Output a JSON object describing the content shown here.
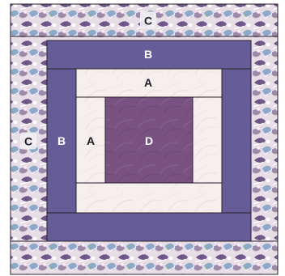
{
  "colors": {
    "outer_border_base": "#e7dde7",
    "print_dark": "#6f5887",
    "print_blue": "#8ea8c8",
    "print_mid": "#9d8aaa",
    "strip_b": "#665d98",
    "strip_a_background": "#f7eeee",
    "center_d": "#7a5282",
    "outline": "#2a1f2d"
  },
  "labels": {
    "outer_top": "C",
    "outer_left": "C",
    "middle_top": "B",
    "middle_left": "B",
    "inner_top": "A",
    "inner_left": "A",
    "center": "D"
  }
}
